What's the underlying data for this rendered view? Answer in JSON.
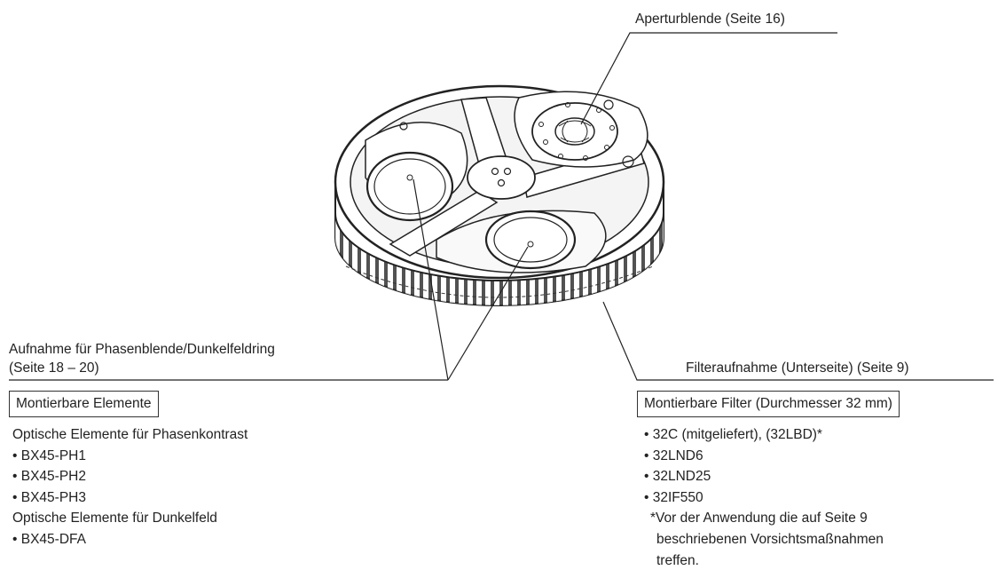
{
  "labels": {
    "aperture": "Aperturblende (Seite 16)",
    "phase_holder_line1": "Aufnahme für Phasenblende/Dunkelfeldring",
    "phase_holder_line2": "(Seite 18 – 20)",
    "filter_holder": "Filteraufnahme (Unterseite) (Seite 9)"
  },
  "left_panel": {
    "box_title": "Montierbare Elemente",
    "items": [
      {
        "text": "Optische Elemente für Phasenkontrast",
        "bullet": false
      },
      {
        "text": "BX45-PH1",
        "bullet": true
      },
      {
        "text": "BX45-PH2",
        "bullet": true
      },
      {
        "text": "BX45-PH3",
        "bullet": true
      },
      {
        "text": "Optische Elemente für Dunkelfeld",
        "bullet": false
      },
      {
        "text": "BX45-DFA",
        "bullet": true
      }
    ]
  },
  "right_panel": {
    "box_title": "Montierbare Filter (Durchmesser 32 mm)",
    "items": [
      {
        "text": "32C (mitgeliefert), (32LBD)*"
      },
      {
        "text": "32LND6"
      },
      {
        "text": "32LND25"
      },
      {
        "text": "32IF550"
      }
    ],
    "note_lines": [
      "*Vor der Anwendung die auf Seite 9",
      "beschriebenen Vorsichtsmaßnahmen",
      "treffen."
    ]
  }
}
